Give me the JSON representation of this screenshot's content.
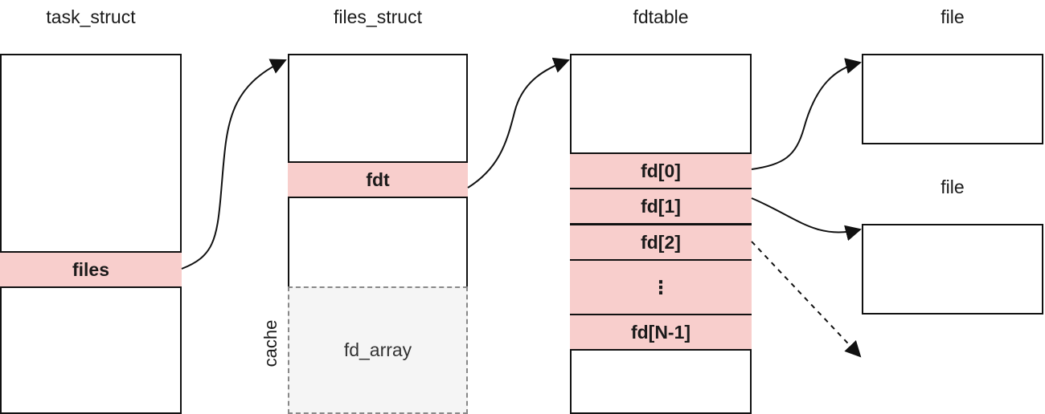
{
  "columns": {
    "task_struct": {
      "title": "task_struct",
      "field": "files"
    },
    "files_struct": {
      "title": "files_struct",
      "field": "fdt",
      "cache_label": "cache",
      "cache_field": "fd_array"
    },
    "fdtable": {
      "title": "fdtable",
      "fields": [
        "fd[0]",
        "fd[1]",
        "fd[2]",
        "⋮",
        "fd[N-1]"
      ]
    },
    "file_top": {
      "title": "file"
    },
    "file_bottom": {
      "title": "file"
    }
  },
  "colors": {
    "field_fill": "#f8cecc",
    "cache_fill": "#f5f5f5",
    "line": "#111111"
  }
}
